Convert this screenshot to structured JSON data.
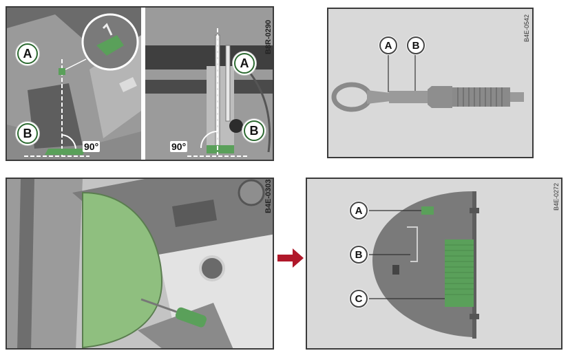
{
  "figures": {
    "top_left": {
      "code": "B8R-0290",
      "label_a_left": "A",
      "label_b_left": "B",
      "label_a_right": "A",
      "label_b_right": "B",
      "angle_left": "90°",
      "angle_right": "90°"
    },
    "top_right": {
      "code": "B4E-0542",
      "label_a": "A",
      "label_b": "B"
    },
    "bottom_left": {
      "code": "B4E-0303"
    },
    "bottom_right": {
      "code": "B4E-0272",
      "label_a": "A",
      "label_b": "B",
      "label_c": "C"
    }
  },
  "colors": {
    "callout_green": "#5aa05a",
    "panel_gray": "#d9d9d9",
    "dark_gray": "#6d6d6d",
    "arrow_red": "#b0182a"
  }
}
